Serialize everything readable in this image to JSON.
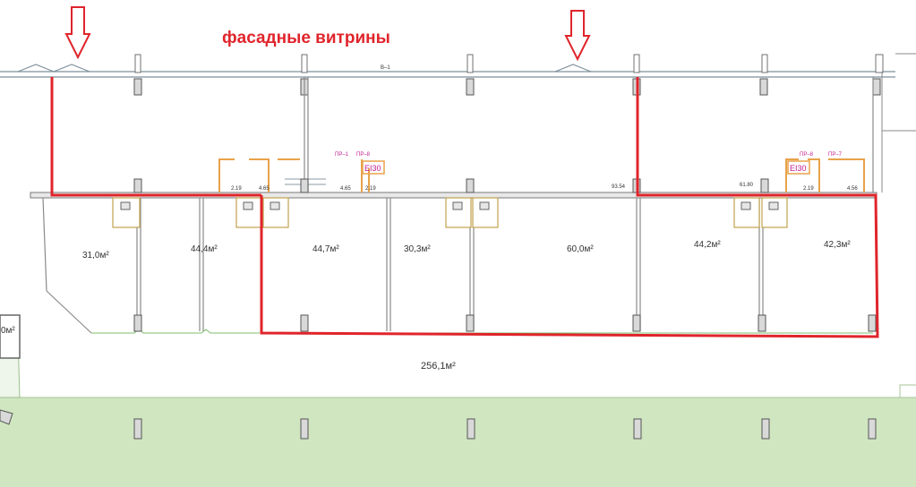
{
  "header": {
    "title": "фасадные витрины"
  },
  "axis_label": "В–1",
  "rooms": [
    {
      "id": "r1",
      "area": "31,0м²"
    },
    {
      "id": "r2",
      "area": "44,4м²"
    },
    {
      "id": "r3",
      "area": "44,7м²"
    },
    {
      "id": "r4",
      "area": "30,3м²"
    },
    {
      "id": "r5",
      "area": "60,0м²"
    },
    {
      "id": "r6",
      "area": "44,2м²"
    },
    {
      "id": "r7",
      "area": "42,3м²"
    }
  ],
  "corridor_area": "256,1м²",
  "left_cut_area": "0м²",
  "fire_labels": [
    "EI30",
    "EI30"
  ],
  "small_tags": {
    "pr1": "ПР–1",
    "pr8": "ПР–8",
    "pr8b": "ПР–8",
    "pr7": "ПР–7",
    "d219a": "2.19",
    "d465a": "4.65",
    "d465b": "4.65",
    "d219b": "2.19",
    "d9354": "93.54",
    "d6180": "61.80",
    "d219c": "2.19",
    "d456": "4.56"
  },
  "colors": {
    "highlight": "#e0242b",
    "grass": "#cfe6c0",
    "wall": "#8a8a8a"
  }
}
